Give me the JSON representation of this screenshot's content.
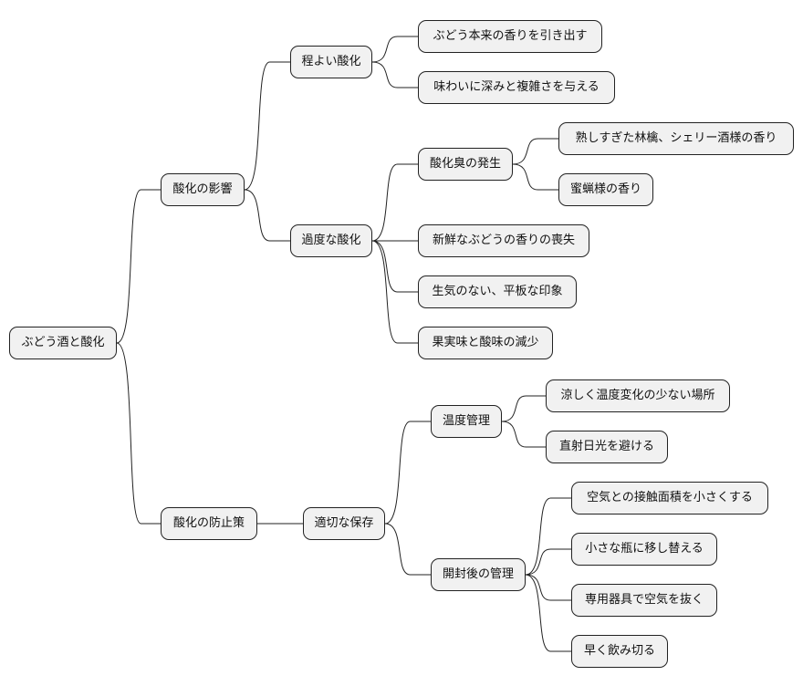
{
  "mindmap": {
    "root": "ぶどう酒と酸化",
    "branches": {
      "influence": {
        "label": "酸化の影響",
        "moderate": {
          "label": "程よい酸化",
          "items": [
            "ぶどう本来の香りを引き出す",
            "味わいに深みと複雑さを与える"
          ]
        },
        "excessive": {
          "label": "過度な酸化",
          "odor": {
            "label": "酸化臭の発生",
            "items": [
              "熟しすぎた林檎、シェリー酒様の香り",
              "蜜蝋様の香り"
            ]
          },
          "items": [
            "新鮮なぶどうの香りの喪失",
            "生気のない、平板な印象",
            "果実味と酸味の減少"
          ]
        }
      },
      "prevention": {
        "label": "酸化の防止策",
        "storage": {
          "label": "適切な保存",
          "temperature": {
            "label": "温度管理",
            "items": [
              "涼しく温度変化の少ない場所",
              "直射日光を避ける"
            ]
          },
          "after_open": {
            "label": "開封後の管理",
            "items": [
              "空気との接触面積を小さくする",
              "小さな瓶に移し替える",
              "専用器具で空気を抜く",
              "早く飲み切る"
            ]
          }
        }
      }
    }
  }
}
